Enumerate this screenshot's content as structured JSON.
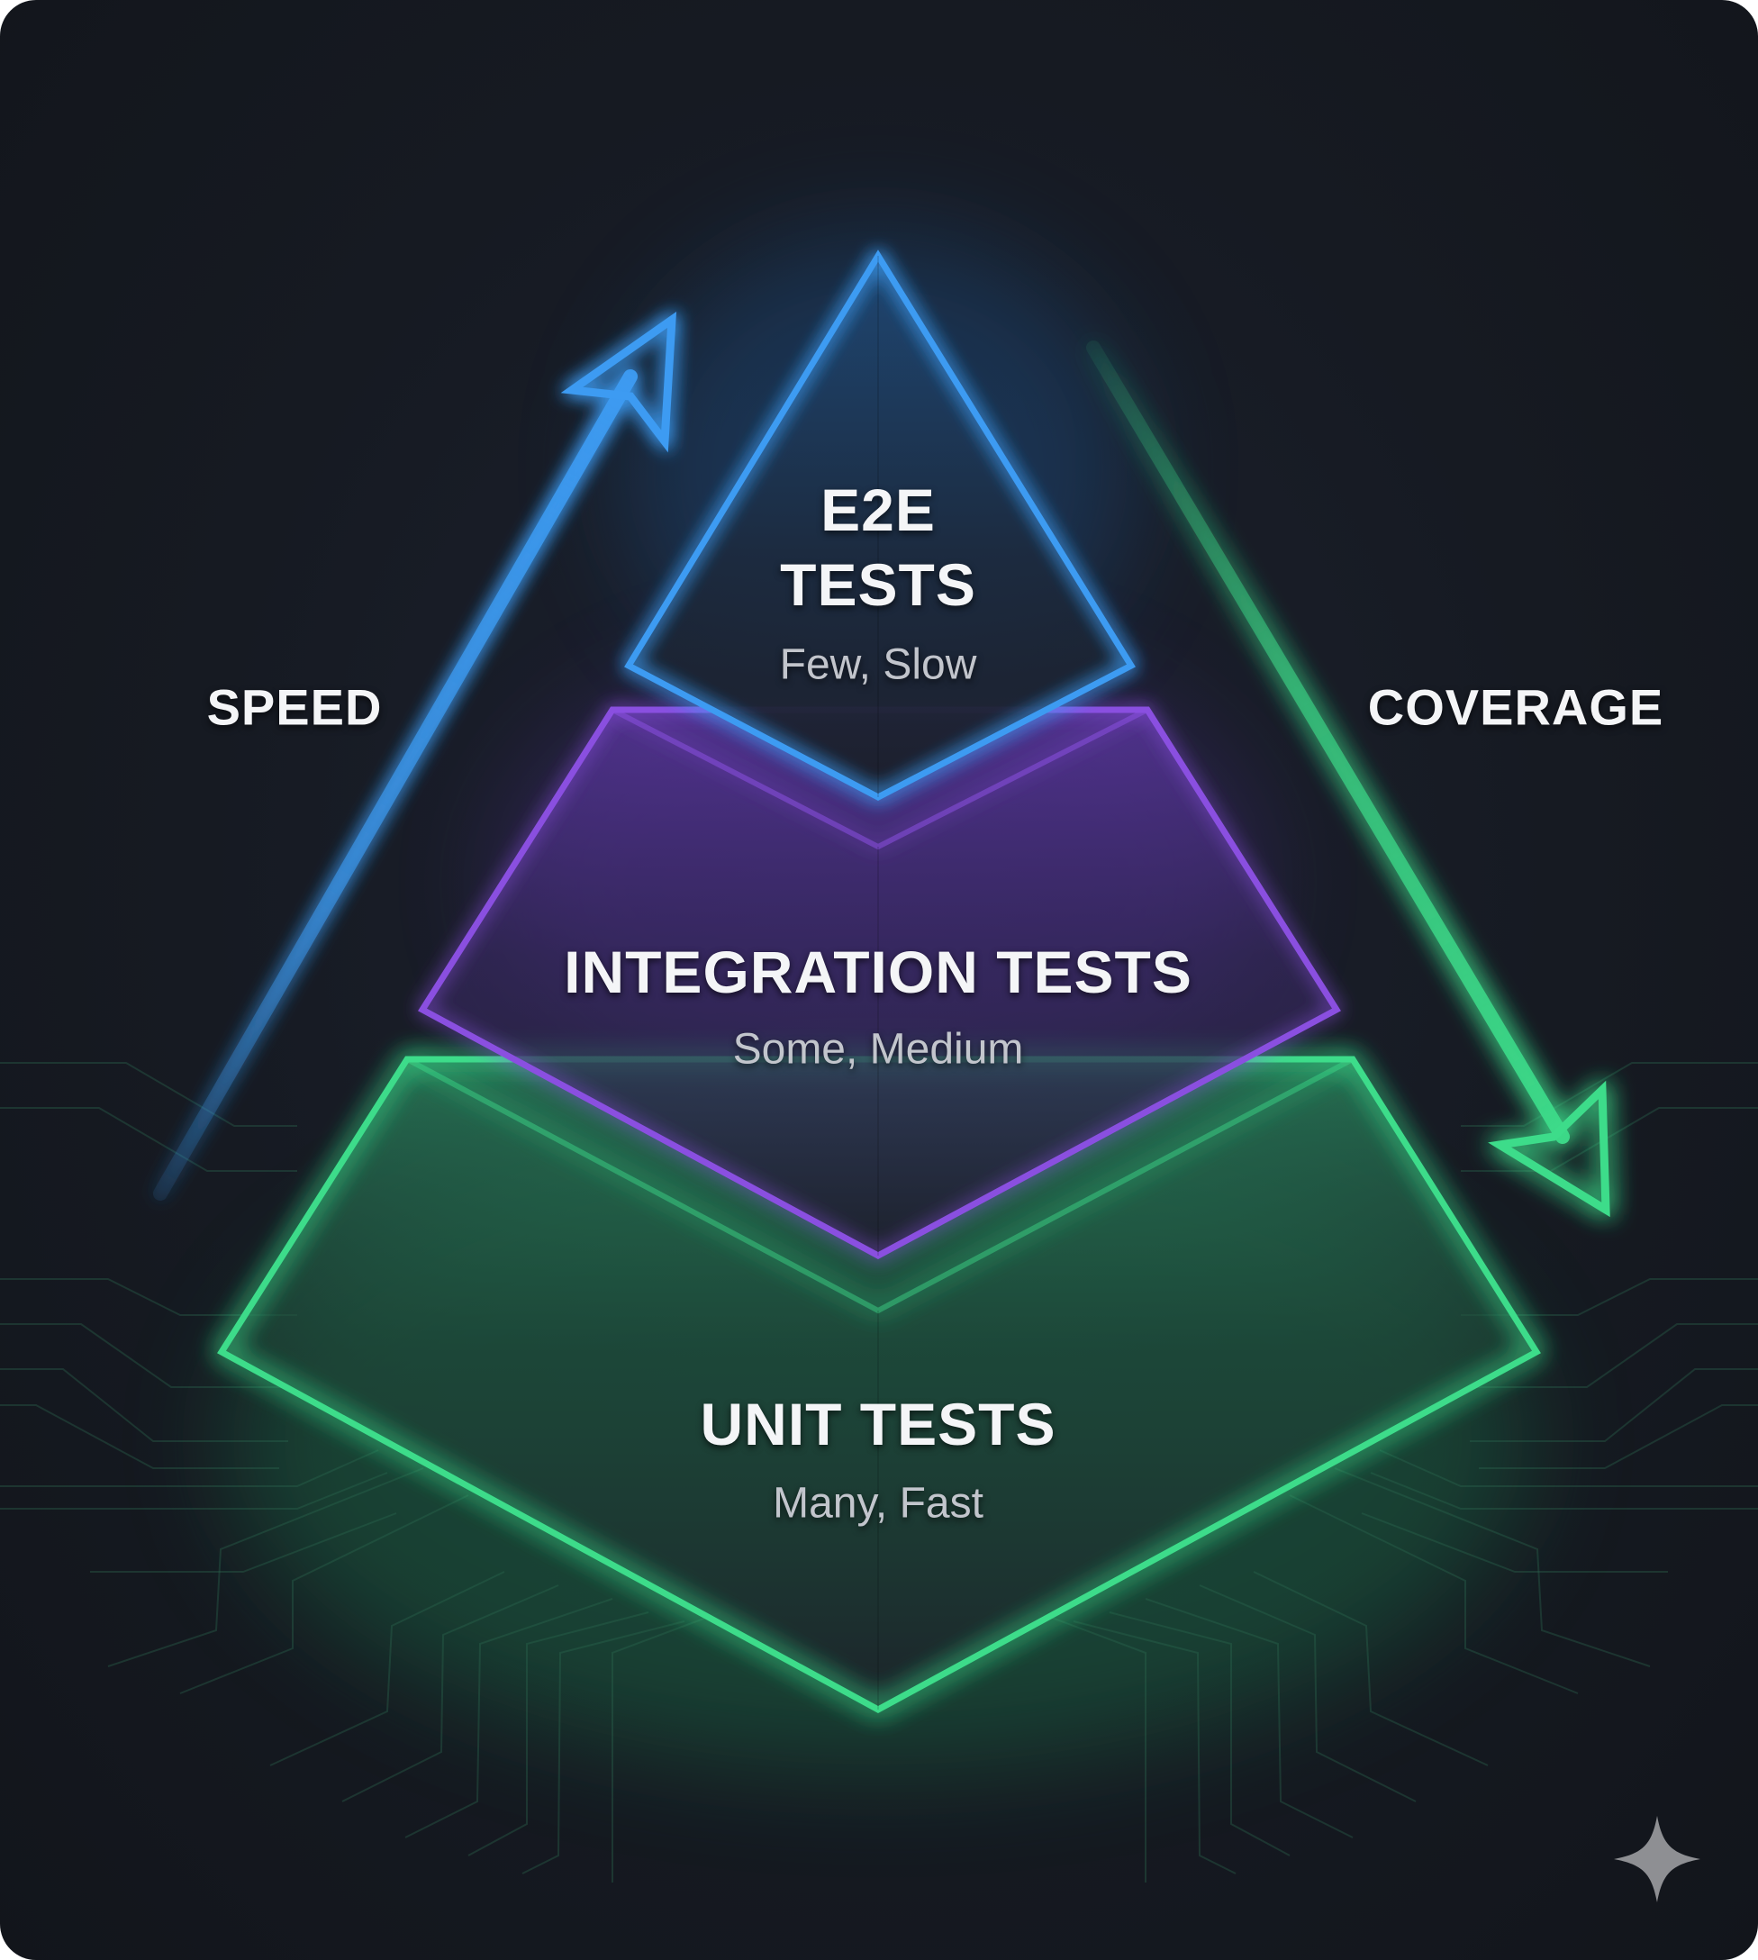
{
  "diagram": {
    "type": "test-pyramid",
    "colors": {
      "background": "#161a22",
      "e2e": "#3d9bf2",
      "integration": "#8a4fe0",
      "unit": "#3ddc8a",
      "speed_arrow": "#3d9bf2",
      "coverage_arrow": "#3ddc8a",
      "text_primary": "#f4f5f7",
      "text_secondary": "#c2c5cc",
      "sparkle": "#8e8f93"
    },
    "levels": [
      {
        "id": "e2e",
        "title_line1": "E2E",
        "title_line2": "TESTS",
        "subtitle": "Few, Slow"
      },
      {
        "id": "integration",
        "title": "INTEGRATION TESTS",
        "subtitle": "Some, Medium"
      },
      {
        "id": "unit",
        "title": "UNIT TESTS",
        "subtitle": "Many, Fast"
      }
    ],
    "axes": {
      "speed": {
        "label": "SPEED",
        "direction": "up"
      },
      "coverage": {
        "label": "COVERAGE",
        "direction": "down"
      }
    },
    "watermark_icon": "sparkle-icon"
  }
}
